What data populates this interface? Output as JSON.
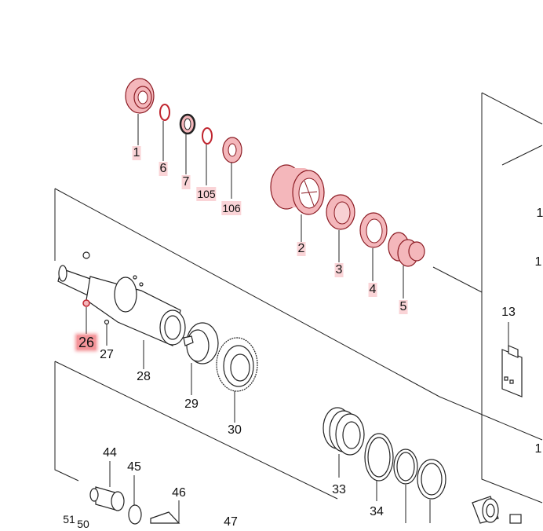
{
  "colors": {
    "highlight": "#f2a7ad",
    "selected": "#e8424c",
    "line": "#222222"
  },
  "labels": {
    "p1": "1",
    "p6": "6",
    "p7": "7",
    "p105": "105",
    "p106": "106",
    "p2": "2",
    "p3": "3",
    "p4": "4",
    "p5": "5",
    "p26": "26",
    "p27": "27",
    "p28": "28",
    "p29": "29",
    "p30": "30",
    "p13": "13",
    "p33": "33",
    "p34": "34",
    "p44": "44",
    "p45": "45",
    "p46": "46",
    "p47": "47",
    "p51": "51",
    "p50": "50",
    "edge1": "1",
    "edge1b": "1",
    "edge1c": "1"
  }
}
